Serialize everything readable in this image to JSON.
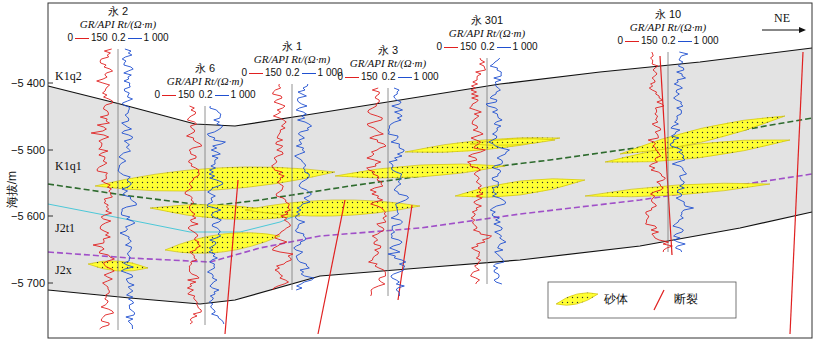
{
  "diagram": {
    "labels": [
      "海拔/m",
      "−5 400",
      "−5 500",
      "−5 600",
      "−5 700",
      "K1q2",
      "K1q1",
      "J2t1",
      "J2x",
      "NE",
      "永 2",
      "GR/API Rt/(Ω·m)",
      "0",
      "150",
      "0.2",
      "1 000",
      "永 6",
      "GR/API Rt/(Ω·m)",
      "0",
      "150",
      "0.2",
      "1 000",
      "永 1",
      "GR/API Rt/(Ω·m)",
      "0",
      "150",
      "0.2",
      "1 000",
      "永 3",
      "GR/API Rt/(Ω·m)",
      "0",
      "150",
      "0.2",
      "1 000",
      "永 301",
      "GR/API Rt/(Ω·m)",
      "0",
      "150",
      "0.2",
      "1 000",
      "永 10",
      "GR/API Rt/(Ω·m)",
      "0",
      "150",
      "0.2",
      "1 000"
    ],
    "legend": [
      {
        "text": "砂体"
      },
      {
        "text": "断裂"
      }
    ]
  }
}
